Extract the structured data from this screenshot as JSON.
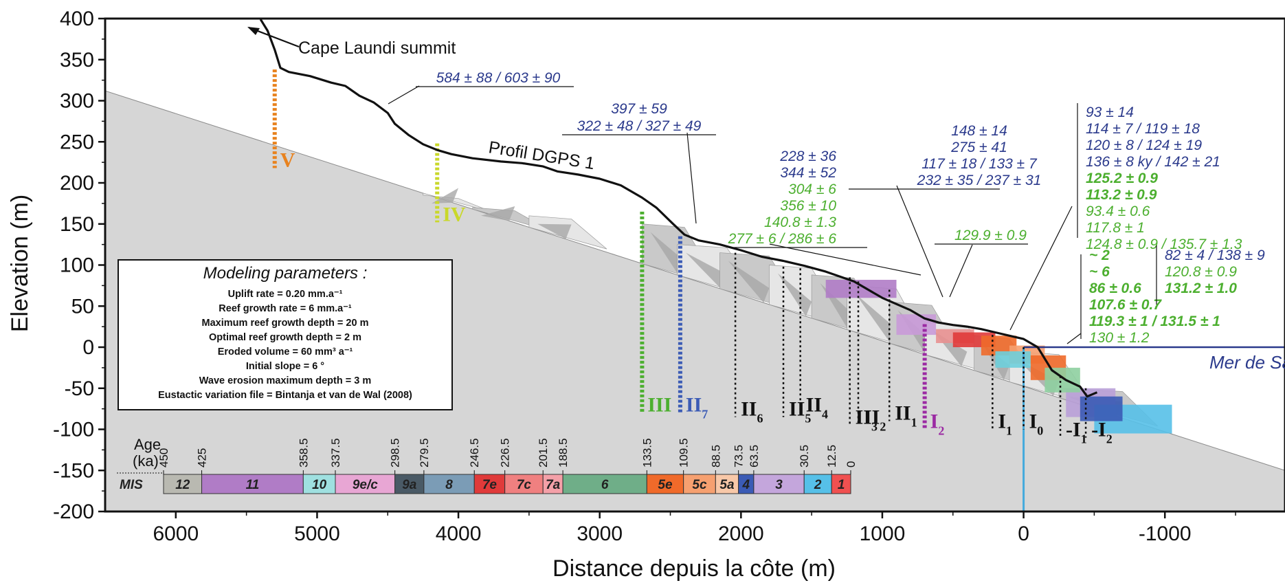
{
  "chart_data": {
    "type": "line",
    "xlabel": "Distance depuis la côte (m)",
    "ylabel": "Elevation (m)",
    "xlim": [
      6500,
      -1850
    ],
    "ylim": [
      -200,
      400
    ],
    "x_ticks": [
      6000,
      5000,
      4000,
      3000,
      2000,
      1000,
      0,
      -1000
    ],
    "x_tick_labels": [
      "6000",
      "5000",
      "4000",
      "3000",
      "2000",
      "1000",
      "0",
      "-1000"
    ],
    "y_ticks": [
      400,
      350,
      300,
      250,
      200,
      150,
      100,
      50,
      0,
      -50,
      -100,
      -150,
      -200
    ],
    "y_tick_labels": [
      "400",
      "350",
      "300",
      "250",
      "200",
      "150",
      "100",
      "50",
      "0",
      "-50",
      "-100",
      "-150",
      "-200"
    ],
    "series": [
      {
        "name": "Profil DGPS 1",
        "color": "#111111",
        "x": [
          5400,
          5350,
          5300,
          5260,
          5200,
          5050,
          4900,
          4800,
          4700,
          4600,
          4500,
          4450,
          4350,
          4250,
          4150,
          4050,
          3900,
          3700,
          3550,
          3400,
          3300,
          3150,
          3000,
          2850,
          2700,
          2600,
          2480,
          2400,
          2300,
          2150,
          2000,
          1850,
          1700,
          1550,
          1400,
          1200,
          1000,
          800,
          700,
          600,
          500,
          400,
          300,
          200,
          100,
          0,
          -100,
          -200,
          -300,
          -400,
          -450,
          -520
        ],
        "y": [
          399,
          385,
          362,
          340,
          335,
          330,
          322,
          318,
          306,
          298,
          285,
          272,
          258,
          247,
          240,
          235,
          230,
          226,
          224,
          220,
          214,
          210,
          205,
          197,
          182,
          170,
          150,
          137,
          130,
          125,
          118,
          110,
          105,
          99,
          92,
          80,
          60,
          45,
          35,
          30,
          27,
          25,
          22,
          18,
          14,
          10,
          0,
          -28,
          -40,
          -48,
          -60,
          -55
        ]
      }
    ],
    "initial_slope_surface": {
      "x": [
        6500,
        -1850
      ],
      "y": [
        312,
        -150
      ]
    },
    "annotations": {
      "summit_label": "Cape Laundi summit",
      "profile_label": "Profil DGPS 1",
      "sea_label": "Mer de Savu"
    },
    "terrace_markers": [
      {
        "label": "V",
        "x": 5300,
        "ytop": 338,
        "ybot": 218,
        "color": "#e8821e"
      },
      {
        "label": "IV",
        "x": 4150,
        "ytop": 248,
        "ybot": 152,
        "color": "#c9d82a"
      },
      {
        "label": "III",
        "x": 2700,
        "ytop": 165,
        "ybot": -80,
        "color": "#4caf2f"
      },
      {
        "label": "II",
        "sub": "7",
        "x": 2430,
        "ytop": 135,
        "ybot": -80,
        "color": "#3b5bb5"
      },
      {
        "label": "II",
        "sub": "6",
        "x": 2040,
        "ytop": 115,
        "ybot": -85,
        "color": "#111111"
      },
      {
        "label": "II",
        "sub": "5",
        "x": 1700,
        "ytop": 98,
        "ybot": -85,
        "color": "#111111"
      },
      {
        "label": "II",
        "sub": "4",
        "x": 1580,
        "ytop": 96,
        "ybot": -80,
        "color": "#111111"
      },
      {
        "label": "II",
        "sub": "3",
        "x": 1230,
        "ytop": 85,
        "ybot": -95,
        "color": "#111111"
      },
      {
        "label": "II",
        "sub": "2",
        "x": 1170,
        "ytop": 80,
        "ybot": -95,
        "color": "#111111"
      },
      {
        "label": "II",
        "sub": "1",
        "x": 950,
        "ytop": 70,
        "ybot": -90,
        "color": "#111111"
      },
      {
        "label": "I",
        "sub": "2",
        "x": 700,
        "ytop": 28,
        "ybot": -100,
        "color": "#9b2aa3"
      },
      {
        "label": "I",
        "sub": "1",
        "x": 220,
        "ytop": 15,
        "ybot": -100,
        "color": "#111111"
      },
      {
        "label": "I",
        "sub": "0",
        "x": 0,
        "ytop": 0,
        "ybot": -100,
        "color": "#111111"
      },
      {
        "label": "-I",
        "sub": "1",
        "x": -260,
        "ytop": -35,
        "ybot": -110,
        "color": "#111111"
      },
      {
        "label": "-I",
        "sub": "2",
        "x": -440,
        "ytop": -50,
        "ybot": -110,
        "color": "#111111"
      }
    ],
    "age_groups": [
      {
        "lines": [
          {
            "text": "584 ± 88 / 603 ± 90",
            "color": "#2b3a8c",
            "bold": false
          }
        ]
      },
      {
        "lines": [
          {
            "text": "397 ± 59",
            "color": "#2b3a8c",
            "bold": false
          },
          {
            "text": "322 ± 48 / 327 ± 49",
            "color": "#2b3a8c",
            "bold": false
          }
        ]
      },
      {
        "lines": [
          {
            "text": "228 ± 36",
            "color": "#2b3a8c",
            "bold": false
          },
          {
            "text": "344 ± 52",
            "color": "#2b3a8c",
            "bold": false
          },
          {
            "text": "304 ± 6",
            "color": "#4caf2f",
            "bold": false
          },
          {
            "text": "356 ± 10",
            "color": "#4caf2f",
            "bold": false
          },
          {
            "text": "140.8 ± 1.3",
            "color": "#4caf2f",
            "bold": false
          },
          {
            "text": "277 ± 6 / 286 ± 6",
            "color": "#4caf2f",
            "bold": false
          }
        ]
      },
      {
        "lines": [
          {
            "text": "148 ± 14",
            "color": "#2b3a8c",
            "bold": false
          },
          {
            "text": "275 ± 41",
            "color": "#2b3a8c",
            "bold": false
          },
          {
            "text": "117 ± 18 / 133 ± 7",
            "color": "#2b3a8c",
            "bold": false
          },
          {
            "text": "232 ± 35 / 237 ± 31",
            "color": "#2b3a8c",
            "bold": false
          }
        ]
      },
      {
        "lines": [
          {
            "text": "129.9 ± 0.9",
            "color": "#4caf2f",
            "bold": false
          }
        ]
      },
      {
        "lines": [
          {
            "text": "93 ± 14",
            "color": "#2b3a8c",
            "bold": false
          },
          {
            "text": "114 ± 7 / 119 ± 18",
            "color": "#2b3a8c",
            "bold": false
          },
          {
            "text": "120 ± 8 / 124 ± 19",
            "color": "#2b3a8c",
            "bold": false
          },
          {
            "text": "136 ± 8 ky / 142 ± 21",
            "color": "#2b3a8c",
            "bold": false
          },
          {
            "text": "125.2 ± 0.9",
            "color": "#4caf2f",
            "bold": true
          },
          {
            "text": "113.2 ± 0.9",
            "color": "#4caf2f",
            "bold": true
          },
          {
            "text": "93.4 ± 0.6",
            "color": "#4caf2f",
            "bold": false
          },
          {
            "text": "117.8 ± 1",
            "color": "#4caf2f",
            "bold": false
          },
          {
            "text": "124.8 ± 0.9 / 135.7 ± 1.3",
            "color": "#4caf2f",
            "bold": false
          }
        ]
      },
      {
        "lines": [
          {
            "text": "~ 2",
            "color": "#4caf2f",
            "bold": true
          },
          {
            "text": "~ 6",
            "color": "#4caf2f",
            "bold": true
          },
          {
            "text": "86 ± 0.6",
            "color": "#4caf2f",
            "bold": true
          },
          {
            "text": "107.6 ± 0.7",
            "color": "#4caf2f",
            "bold": true
          },
          {
            "text": "119.3 ± 1 / 131.5 ± 1",
            "color": "#4caf2f",
            "bold": true
          },
          {
            "text": "130 ± 1.2",
            "color": "#4caf2f",
            "bold": false
          }
        ]
      },
      {
        "lines": [
          {
            "text": "82 ± 4 / 138 ± 9",
            "color": "#2b3a8c",
            "bold": false
          },
          {
            "text": "120.8 ± 0.9",
            "color": "#4caf2f",
            "bold": false
          },
          {
            "text": "131.2 ± 1.0",
            "color": "#4caf2f",
            "bold": true
          }
        ]
      }
    ],
    "modeling_parameters": {
      "title": "Modeling parameters :",
      "lines": [
        "Uplift rate = 0.20 mm.a⁻¹",
        "Reef growth rate = 6 mm.a⁻¹",
        "Maximum reef growth depth = 20 m",
        "Optimal reef growth depth = 2 m",
        "Eroded volume = 60 mm³ a⁻¹",
        "Initial slope = 6 °",
        "Wave erosion maximum depth = 3 m",
        "Eustactic variation file = Bintanja et van de Wal (2008)"
      ]
    },
    "mis_timescale": {
      "age_label_1": "Age",
      "age_label_2": "(ka)",
      "mis_label": "MIS",
      "boundaries": [
        "450",
        "425",
        "358.5",
        "337.5",
        "298.5",
        "279.5",
        "246.5",
        "226.5",
        "201.5",
        "188.5",
        "133.5",
        "109.5",
        "88.5",
        "73.5",
        "63.5",
        "30.5",
        "12.5",
        "0"
      ],
      "stages": [
        {
          "label": "12",
          "color": "#b9b9b1"
        },
        {
          "label": "11",
          "color": "#b07cc6"
        },
        {
          "label": "10",
          "color": "#9fe0e0"
        },
        {
          "label": "9e/c",
          "color": "#e8a6d4"
        },
        {
          "label": "9a",
          "color": "#4a5a66"
        },
        {
          "label": "8",
          "color": "#7b9cb6"
        },
        {
          "label": "7e",
          "color": "#e03a3a"
        },
        {
          "label": "7c",
          "color": "#f08080"
        },
        {
          "label": "7a",
          "color": "#f4a0a8"
        },
        {
          "label": "6",
          "color": "#6fae88"
        },
        {
          "label": "5e",
          "color": "#f06a2a"
        },
        {
          "label": "5c",
          "color": "#f6a070"
        },
        {
          "label": "5a",
          "color": "#f8c8a8"
        },
        {
          "label": "4",
          "color": "#3b5bb5"
        },
        {
          "label": "3",
          "color": "#c4a6dc"
        },
        {
          "label": "2",
          "color": "#56c0e8"
        },
        {
          "label": "1",
          "color": "#f05050"
        }
      ]
    }
  }
}
